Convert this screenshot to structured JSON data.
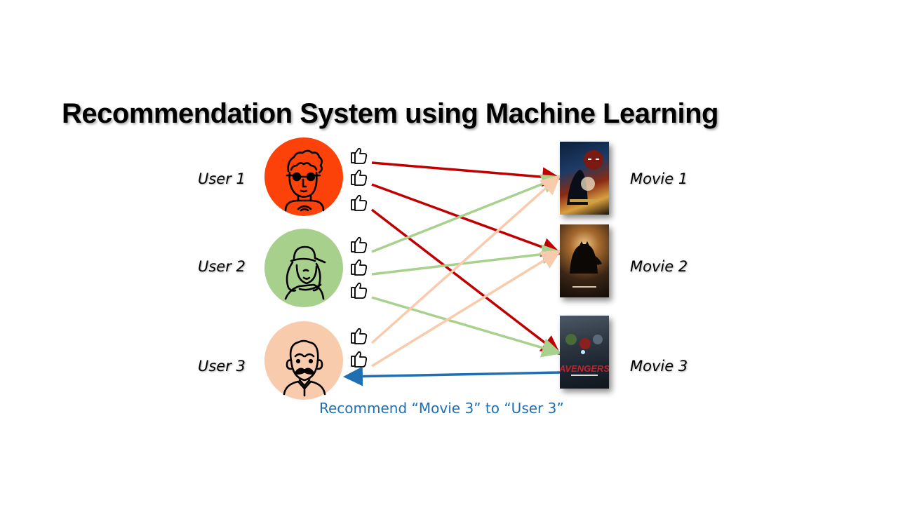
{
  "title": "Recommendation System using Machine Learning",
  "users": [
    {
      "label": "User 1",
      "color": "#fc4208",
      "icon": "curly-hair-glasses-person-icon",
      "likes": 3
    },
    {
      "label": "User 2",
      "color": "#a8d08d",
      "icon": "cap-girl-person-icon",
      "likes": 3
    },
    {
      "label": "User 3",
      "color": "#f8cbad",
      "icon": "mustache-man-person-icon",
      "likes": 2
    }
  ],
  "movies": [
    {
      "label": "Movie 1",
      "poster": "iron-man-poster"
    },
    {
      "label": "Movie 2",
      "poster": "batman-begins-poster"
    },
    {
      "label": "Movie 3",
      "poster": "avengers-age-of-ultron-poster"
    }
  ],
  "edges": [
    {
      "from": "User 1",
      "to": "Movie 1",
      "color": "#c00000"
    },
    {
      "from": "User 1",
      "to": "Movie 2",
      "color": "#c00000"
    },
    {
      "from": "User 1",
      "to": "Movie 3",
      "color": "#c00000"
    },
    {
      "from": "User 2",
      "to": "Movie 1",
      "color": "#a9d18e"
    },
    {
      "from": "User 2",
      "to": "Movie 2",
      "color": "#a9d18e"
    },
    {
      "from": "User 2",
      "to": "Movie 3",
      "color": "#a9d18e"
    },
    {
      "from": "User 3",
      "to": "Movie 1",
      "color": "#f8cbad"
    },
    {
      "from": "User 3",
      "to": "Movie 2",
      "color": "#f8cbad"
    }
  ],
  "recommendation": {
    "from": "Movie 3",
    "to": "User 3",
    "color": "#1f6fb2",
    "label": "Recommend “Movie 3” to “User 3”"
  }
}
